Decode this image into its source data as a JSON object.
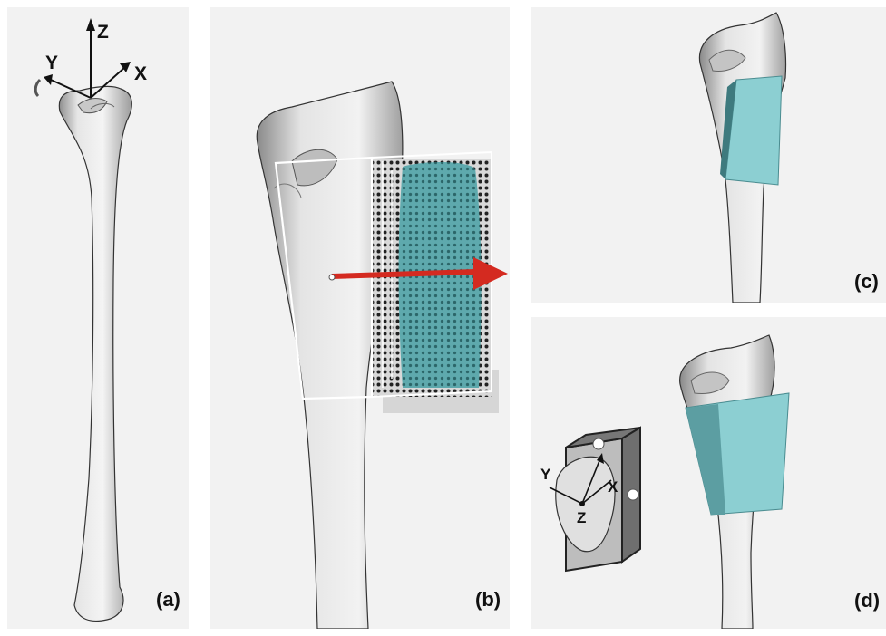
{
  "panels": {
    "a": {
      "label": "(a)",
      "axes": {
        "x": "X",
        "y": "Y",
        "z": "Z"
      }
    },
    "b": {
      "label": "(b)"
    },
    "c": {
      "label": "(c)"
    },
    "d": {
      "label": "(d)",
      "axes": {
        "x": "X",
        "y": "Y",
        "z": "Z"
      }
    }
  },
  "colors": {
    "panel_bg": "#f2f2f2",
    "bone": "#e9e9e9",
    "bone_shadow": "#9a9a9a",
    "implant_cyan": "#7fc3c8",
    "arrow_red": "#d42a20"
  }
}
